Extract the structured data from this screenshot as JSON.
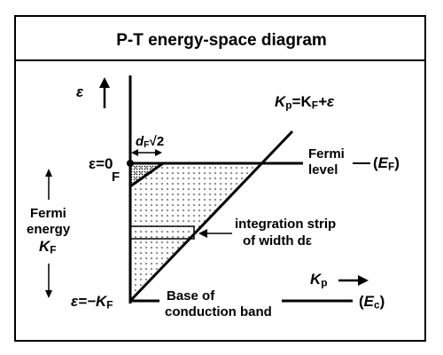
{
  "title": "P-T energy-space diagram",
  "labels": {
    "epsilon_axis": "ε",
    "kp_eq_main": "K",
    "kp_eq_sub": "p",
    "kp_eq_mid": "=K",
    "kp_eq_sub2": "F",
    "kp_eq_tail": "+ε",
    "df_main": "d",
    "df_sub": "F",
    "df_tail": "√2",
    "eps_zero": "ε=0",
    "point_f": "F",
    "fermi_level_1": "Fermi",
    "fermi_level_2": "level",
    "ef_paren_open": "(",
    "ef_main": "E",
    "ef_sub": "F",
    "ef_paren_close": ")",
    "fermi_energy_1": "Fermi",
    "fermi_energy_2": "energy",
    "kf_main": "K",
    "kf_sub": "F",
    "strip_1": "integration strip",
    "strip_2": "of width  dε",
    "kp_axis_main": "K",
    "kp_axis_sub": "p",
    "eps_minus_main": "ε=−K",
    "eps_minus_sub": "F",
    "base_1": "Base of",
    "base_2": "conduction band",
    "ec_paren_open": "(",
    "ec_main": "E",
    "ec_sub": "c",
    "ec_paren_close": ")"
  }
}
